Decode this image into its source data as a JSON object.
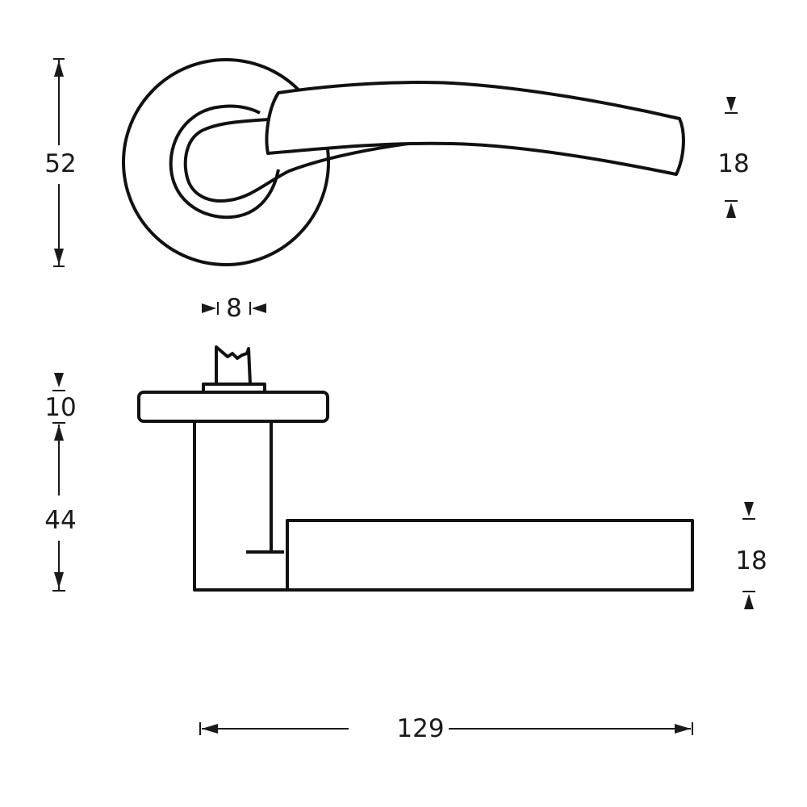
{
  "drawing": {
    "subject": "Door lever handle on round rose — technical dimension drawing",
    "line_color": "#111111",
    "background": "#ffffff",
    "views": {
      "top_view": {
        "name": "Front view (lever on rose)",
        "dimensions": {
          "rose_diameter": "52",
          "lever_height": "18"
        }
      },
      "side_view": {
        "name": "Side view (profile)",
        "dimensions": {
          "spindle_width": "8",
          "rose_thickness": "10",
          "projection": "44",
          "lever_height": "18",
          "lever_length": "129"
        }
      }
    }
  }
}
